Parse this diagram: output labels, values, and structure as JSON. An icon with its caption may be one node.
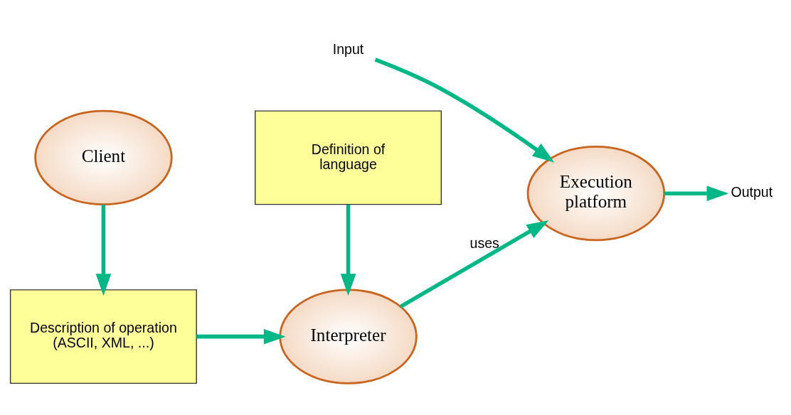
{
  "diagram": {
    "nodes": [
      {
        "text": [
          "Description of operation (ASCII, XML, ...)"
        ]
      },
      {
        "text": [
          "Interpreter"
        ]
      },
      {
        "text": [
          "Execution platform"
        ]
      },
      {
        "text": [
          "Client"
        ]
      },
      {
        "text": [
          "Definition of language"
        ]
      },
      {
        "text": [
          "Output"
        ]
      },
      {
        "text": [
          "Input"
        ]
      }
    ],
    "edges": [
      {
        "from": 3,
        "to": 0,
        "arrow": "to"
      },
      {
        "from": 0,
        "to": 1,
        "arrow": "to"
      },
      {
        "from": 1,
        "to": 2,
        "arrow": "to",
        "label": "uses"
      },
      {
        "from": 4,
        "to": 1,
        "arrow": "to"
      },
      {
        "from": 6,
        "to": 2,
        "arrow": "to"
      },
      {
        "from": 2,
        "to": 5,
        "arrow": "to"
      }
    ]
  }
}
